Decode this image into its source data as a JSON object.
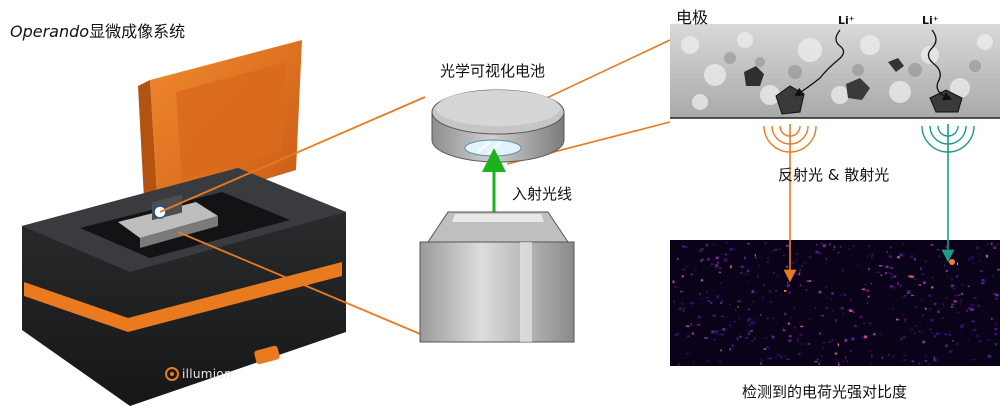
{
  "title": {
    "prefix": "Operando",
    "suffix": "显微成像系统"
  },
  "labels": {
    "cell": "光学可视化电池",
    "incident": "入射光线",
    "electrode": "电极",
    "scatter": "反射光 & 散射光",
    "contrast": "检测到的电荷光强对比度",
    "li_left": "Li⁺",
    "li_right": "Li⁺"
  },
  "brand": {
    "text": "illumion"
  },
  "colors": {
    "orange": "#ea7a1f",
    "green": "#1db21d",
    "teal": "#1a9b8e",
    "device_body": "#232425",
    "heatmap_bg": "#0a0218"
  }
}
